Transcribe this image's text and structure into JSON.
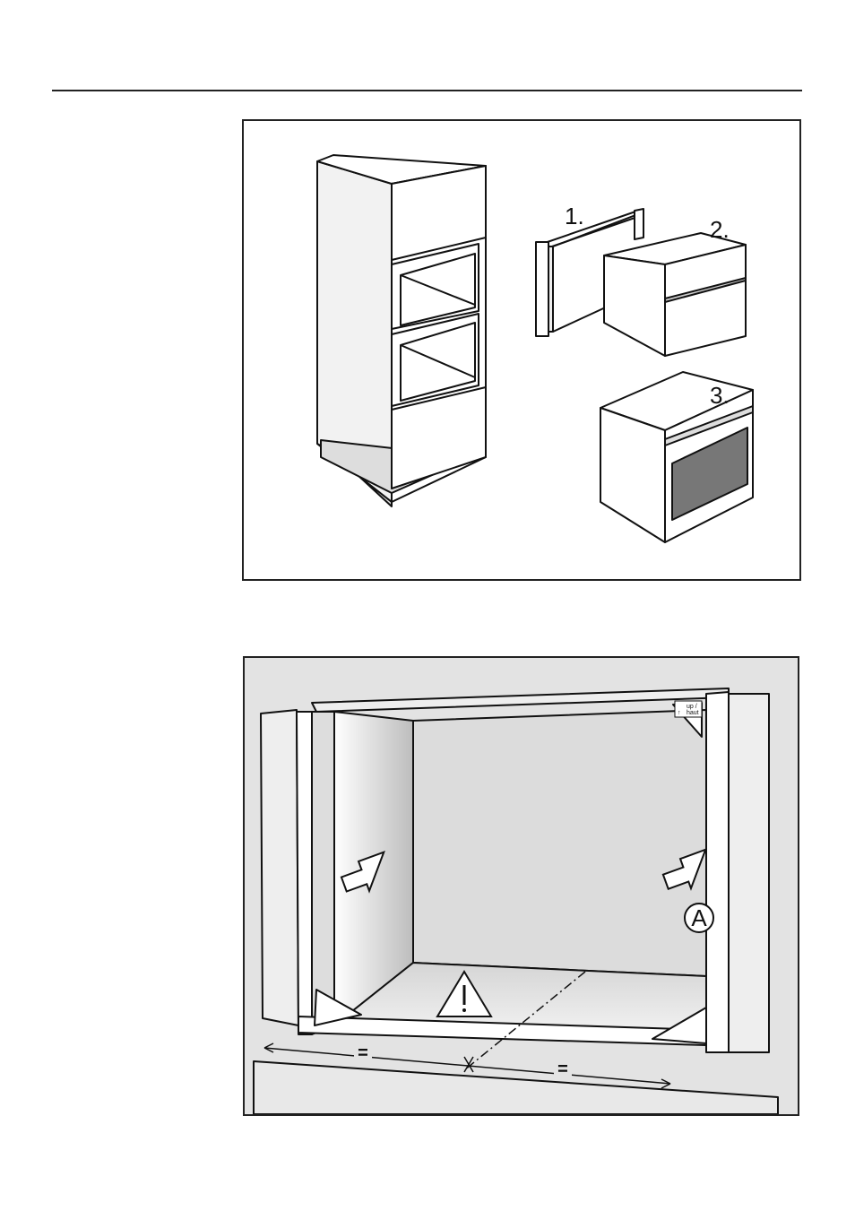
{
  "figure1": {
    "step_labels": [
      "1.",
      "2.",
      "3."
    ]
  },
  "figure2": {
    "sticker_text_line1": "up /",
    "sticker_text_line2": "haut",
    "callout_letter": "A",
    "equal_marks": [
      "=",
      "="
    ]
  },
  "icons": [
    "warning-icon",
    "arrow-icon",
    "up-arrow-icon"
  ]
}
